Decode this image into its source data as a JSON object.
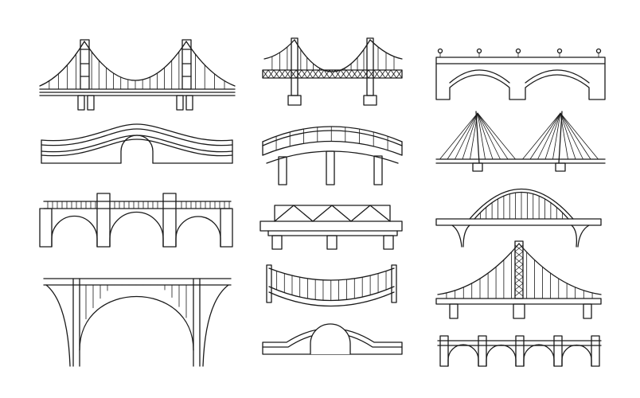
{
  "illustration": {
    "subject": "bridge-icon-set",
    "line_color": "#1a1a1a",
    "background_color": "#ffffff",
    "bridges": [
      {
        "kind": "suspension-bridge-two-towers"
      },
      {
        "kind": "wavy-footbridge-single-arch"
      },
      {
        "kind": "triple-arch-bridge"
      },
      {
        "kind": "large-arch-viaduct"
      },
      {
        "kind": "suspension-bridge-truss-deck"
      },
      {
        "kind": "arched-deck-bridge"
      },
      {
        "kind": "truss-bridge"
      },
      {
        "kind": "rope-bridge"
      },
      {
        "kind": "hump-stone-bridge"
      },
      {
        "kind": "stone-double-arch-bridge"
      },
      {
        "kind": "cable-stayed-bridge"
      },
      {
        "kind": "tied-arch-bridge"
      },
      {
        "kind": "single-tower-suspension-bridge"
      },
      {
        "kind": "arcade-bridge"
      }
    ]
  }
}
